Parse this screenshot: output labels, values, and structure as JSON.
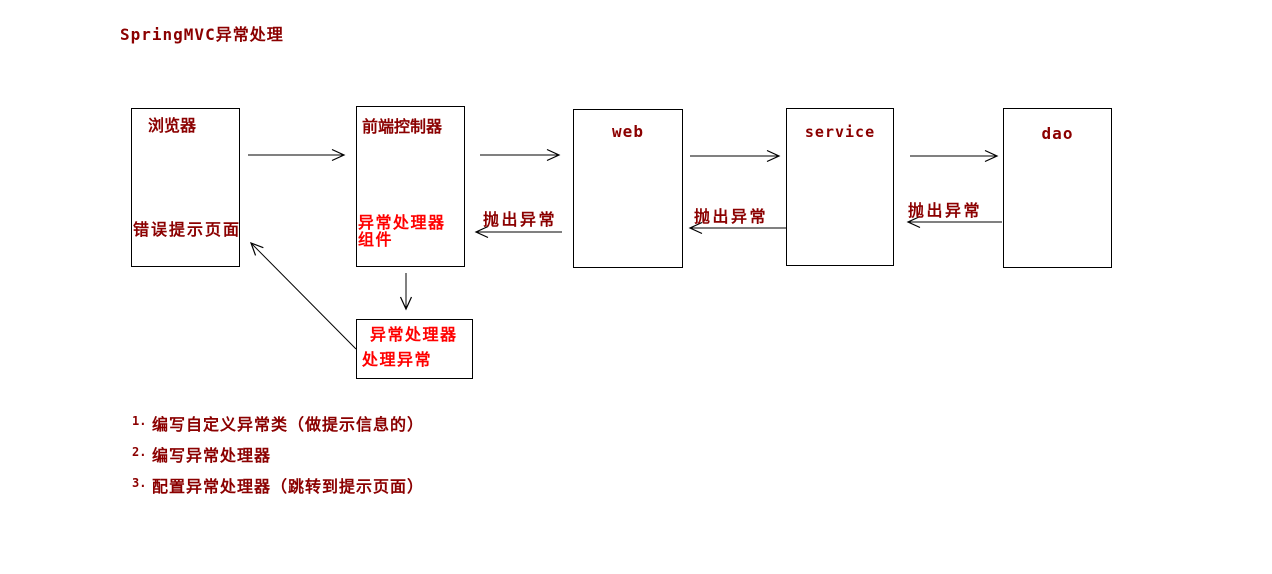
{
  "title": "SpringMVC异常处理",
  "colors": {
    "dark_red": "#8B0000",
    "bright_red": "#FF0000",
    "line": "#000000",
    "background": "#FFFFFF"
  },
  "boxes": {
    "browser": {
      "top_label": "浏览器",
      "bottom_label": "错误提示页面"
    },
    "front_controller": {
      "top_label": "前端控制器",
      "component_line1": "异常处理器",
      "component_line2": "组件"
    },
    "web": {
      "label": "web"
    },
    "service": {
      "label": "service"
    },
    "dao": {
      "label": "dao"
    },
    "exception_handler": {
      "line1": "异常处理器",
      "line2": "处理异常"
    }
  },
  "arrow_labels": {
    "throw_exception_web": "抛出异常",
    "throw_exception_service": "抛出异常",
    "throw_exception_dao": "抛出异常"
  },
  "notes": [
    {
      "num": "1.",
      "text": "编写自定义异常类（做提示信息的）"
    },
    {
      "num": "2.",
      "text": "编写异常处理器"
    },
    {
      "num": "3.",
      "text": "配置异常处理器（跳转到提示页面）"
    }
  ]
}
